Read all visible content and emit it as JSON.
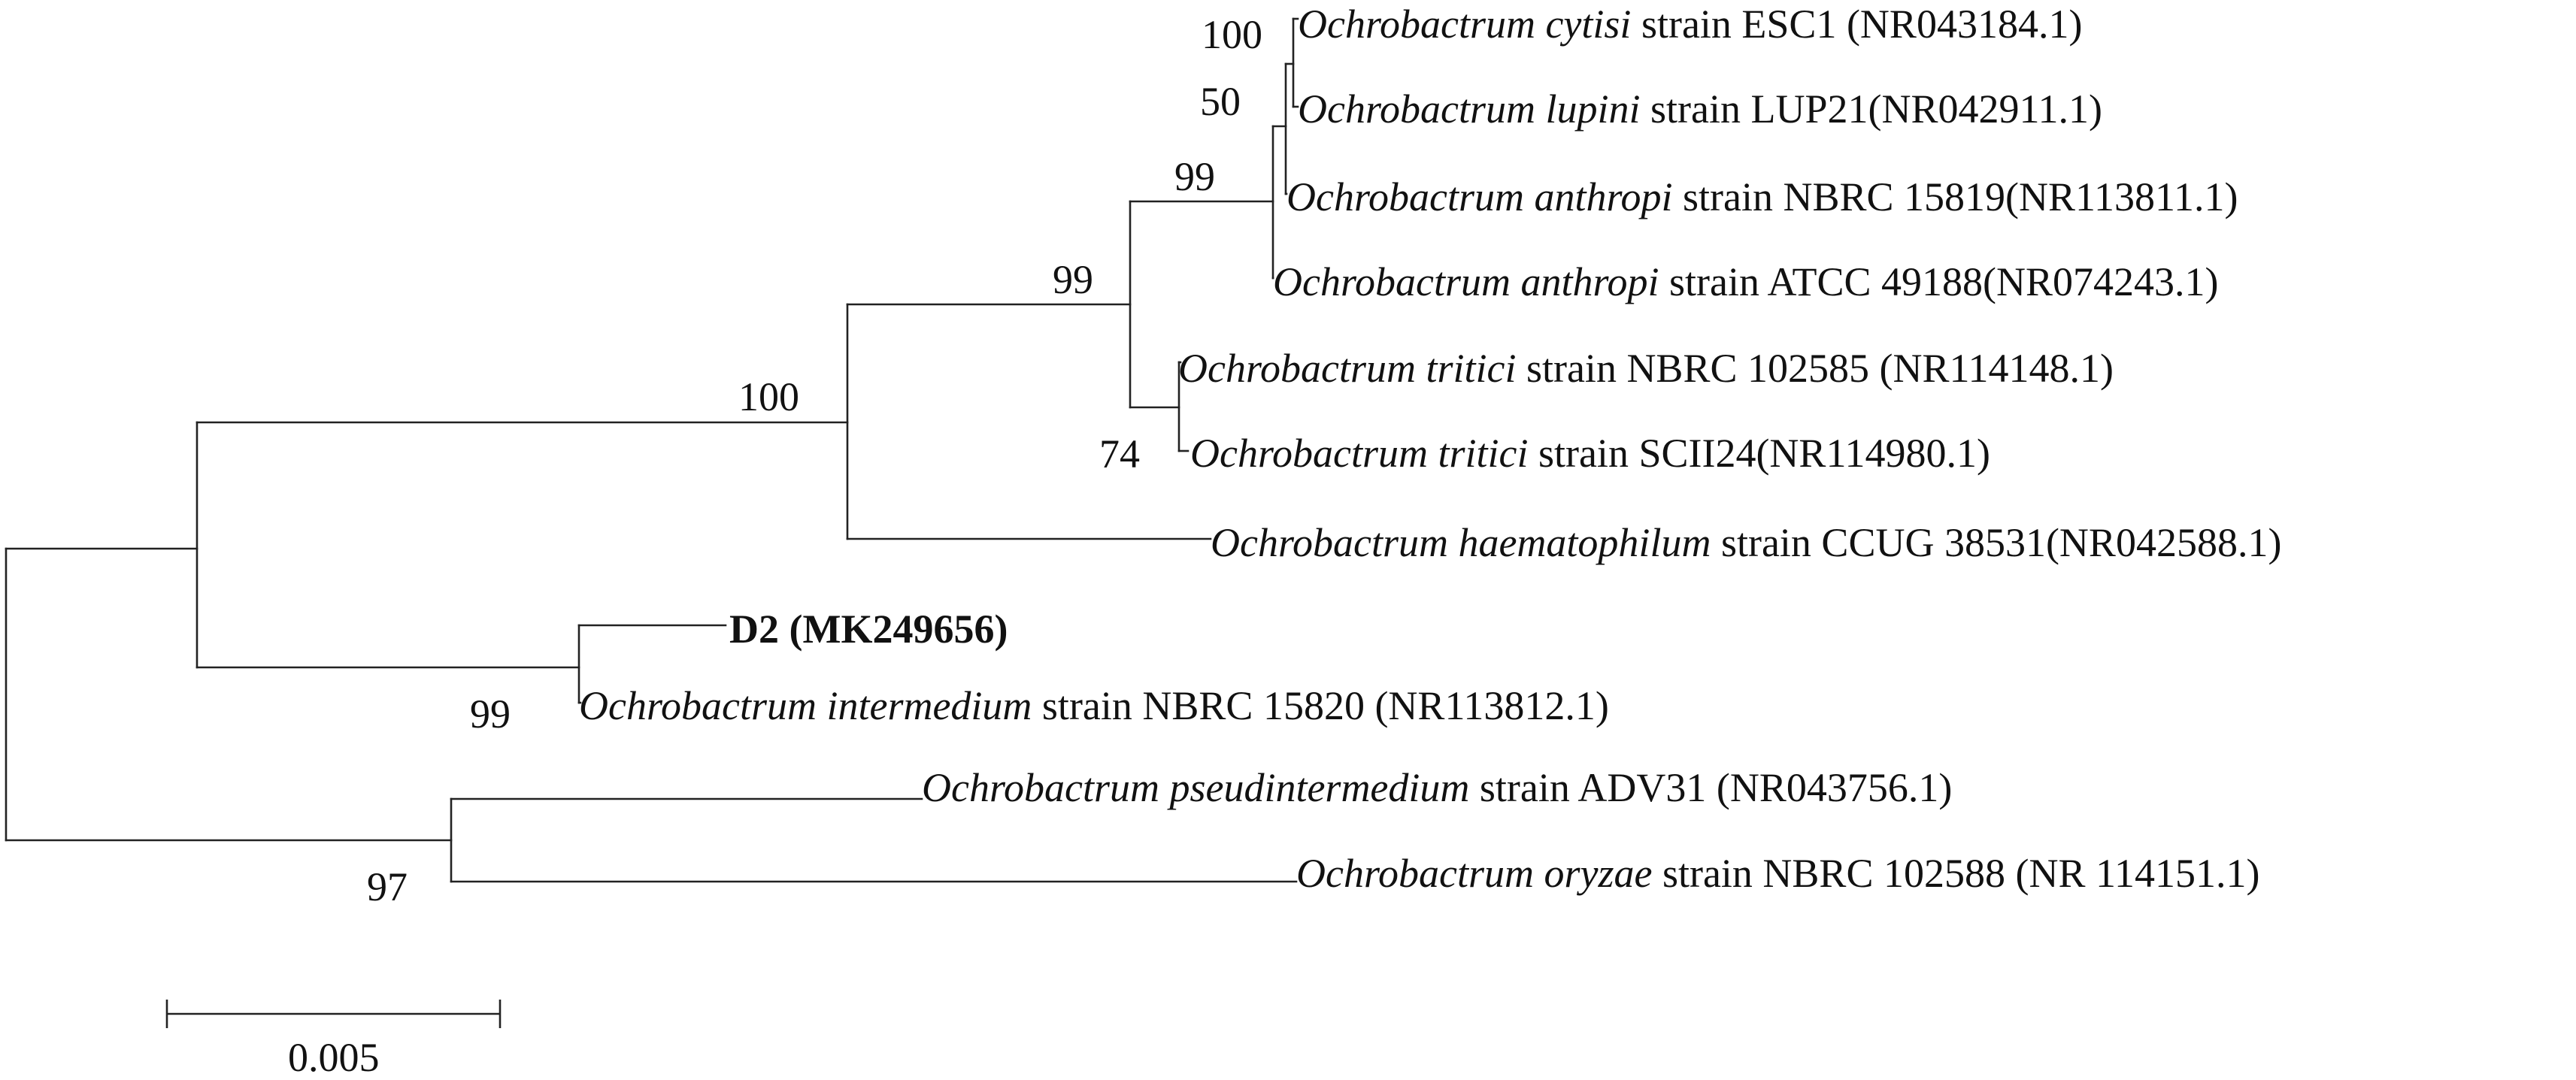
{
  "leaves": [
    {
      "id": "cytisi",
      "genus": "Ochrobactrum",
      "species": "cytisi",
      "rest": " strain ESC1 (NR043184.1)"
    },
    {
      "id": "lupini",
      "genus": "Ochrobactrum",
      "species": "lupini",
      "rest": " strain LUP21(NR042911.1)"
    },
    {
      "id": "anthropi-nbrc",
      "genus": "Ochrobactrum",
      "species": "anthropi",
      "rest": " strain NBRC 15819(NR113811.1)"
    },
    {
      "id": "anthropi-atcc",
      "genus": "Ochrobactrum",
      "species": "anthropi",
      "rest": " strain ATCC 49188(NR074243.1)"
    },
    {
      "id": "tritici-nbrc",
      "genus": "Ochrobactrum",
      "species": "tritici",
      "rest": " strain NBRC 102585 (NR114148.1)"
    },
    {
      "id": "tritici-scii24",
      "genus": "Ochrobactrum",
      "species": "tritici",
      "rest": " strain SCII24(NR114980.1)"
    },
    {
      "id": "haematophilum",
      "genus": "Ochrobactrum",
      "species": "haematophilum",
      "rest": " strain CCUG 38531(NR042588.1)"
    },
    {
      "id": "d2",
      "label": "D2 (MK249656)"
    },
    {
      "id": "intermedium",
      "genus": "Ochrobactrum",
      "species": "intermedium",
      "rest": " strain NBRC 15820 (NR113812.1)"
    },
    {
      "id": "pseudintermedium",
      "genus": "Ochrobactrum",
      "species": "pseudintermedium",
      "rest": " strain ADV31 (NR043756.1)"
    },
    {
      "id": "oryzae",
      "genus": "Ochrobactrum",
      "species": "oryzae",
      "rest": " strain NBRC 102588 (NR 114151.1)"
    }
  ],
  "support": [
    {
      "id": "cytisi-lupini",
      "value": "100"
    },
    {
      "id": "lupini-anthropi",
      "value": "50"
    },
    {
      "id": "anthropi-clade",
      "value": "99"
    },
    {
      "id": "anthropi-tritici",
      "value": "99"
    },
    {
      "id": "tritici-pair",
      "value": "74"
    },
    {
      "id": "upper-clade",
      "value": "100"
    },
    {
      "id": "d2-intermedium",
      "value": "99"
    },
    {
      "id": "pseud-oryzae",
      "value": "97"
    }
  ],
  "scale_bar": {
    "label": "0.005"
  }
}
